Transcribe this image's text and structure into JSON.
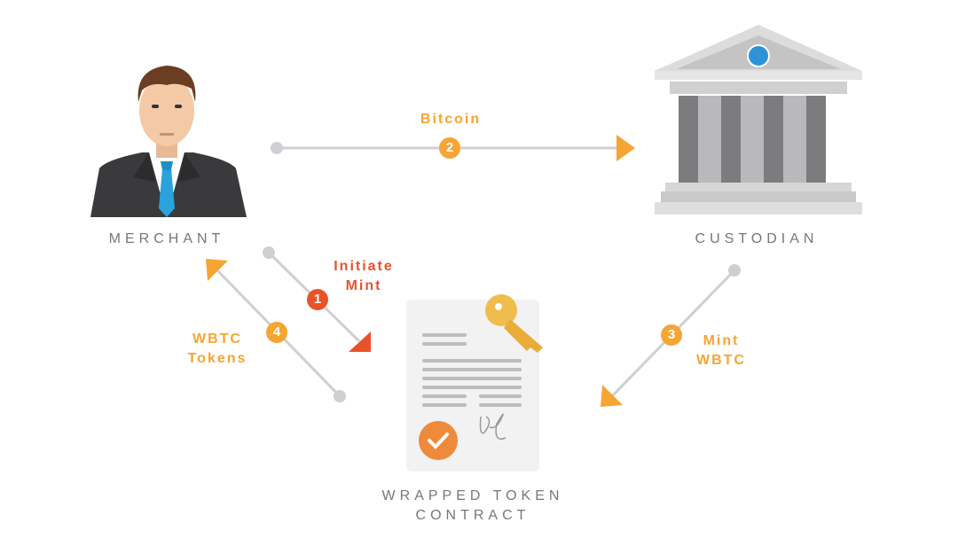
{
  "nodes": {
    "merchant": "MERCHANT",
    "custodian": "CUSTODIAN",
    "contract_line1": "WRAPPED TOKEN",
    "contract_line2": "CONTRACT"
  },
  "steps": [
    {
      "number": "1",
      "line1": "Initiate",
      "line2": "Mint",
      "color": "#e8532a"
    },
    {
      "number": "2",
      "line1": "Bitcoin",
      "color": "#f5a534"
    },
    {
      "number": "3",
      "line1": "Mint",
      "line2": "WBTC",
      "color": "#f5a534"
    },
    {
      "number": "4",
      "line1": "WBTC",
      "line2": "Tokens",
      "color": "#f5a534"
    }
  ],
  "colors": {
    "line": "#cfcfd3",
    "text": "#777777",
    "orange": "#f5a534",
    "red": "#e8532a"
  }
}
